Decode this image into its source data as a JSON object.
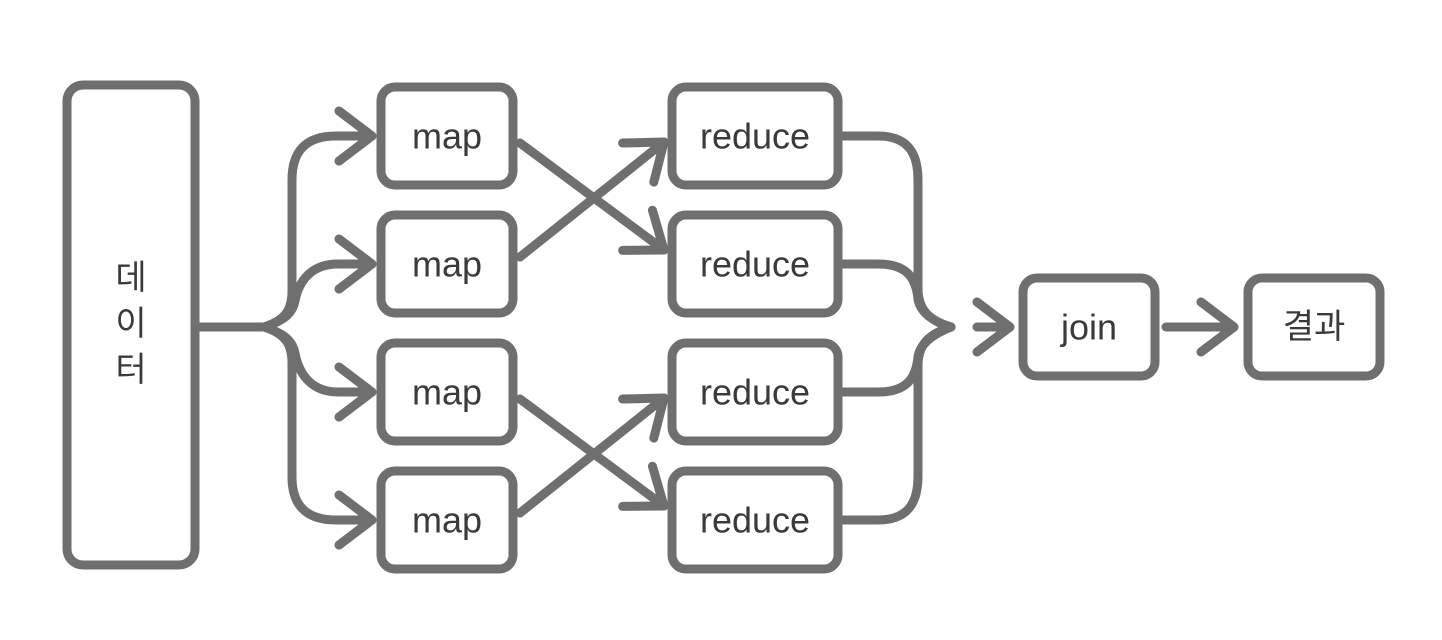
{
  "diagram": {
    "type": "flow-diagram",
    "colors": {
      "line": "#6f6f6f",
      "label_text": "#3a3a3a",
      "background": "#ffffff"
    },
    "nodes": {
      "data": {
        "label": "데이터",
        "chars": [
          "데",
          "이",
          "터"
        ]
      },
      "maps": [
        "map",
        "map",
        "map",
        "map"
      ],
      "reduces": [
        "reduce",
        "reduce",
        "reduce",
        "reduce"
      ],
      "join": {
        "label": "join"
      },
      "result": {
        "label": "결과"
      }
    },
    "edges": [
      "data->map-1",
      "data->map-2",
      "data->map-3",
      "data->map-4",
      "map-1->reduce-2",
      "map-2->reduce-1",
      "map-3->reduce-4",
      "map-4->reduce-3",
      "reduce-1->join",
      "reduce-2->join",
      "reduce-3->join",
      "reduce-4->join",
      "join->result"
    ]
  }
}
